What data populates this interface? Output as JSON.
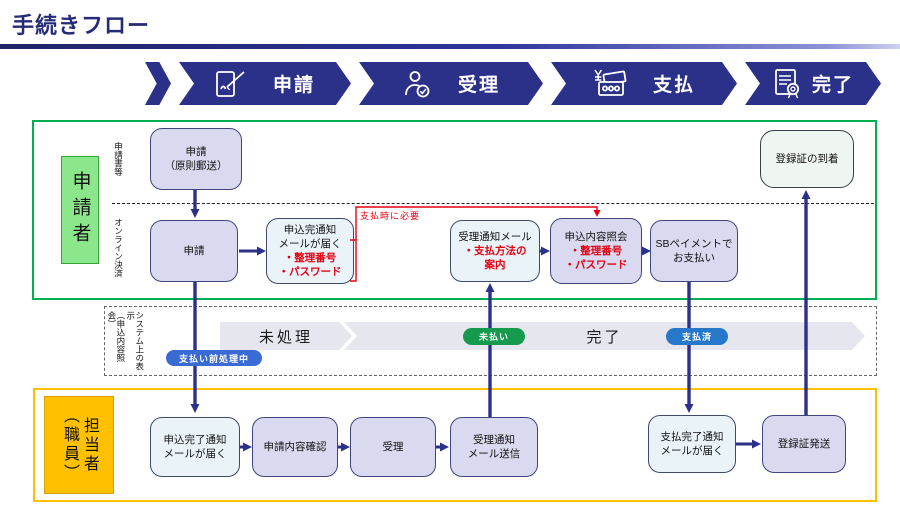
{
  "page": {
    "title": "手続きフロー"
  },
  "banner": {
    "stages": [
      {
        "label": "申請",
        "icon": "document-pen-icon"
      },
      {
        "label": "受理",
        "icon": "person-check-icon"
      },
      {
        "label": "支払",
        "icon": "money-note-icon"
      },
      {
        "label": "完了",
        "icon": "certificate-ribbon-icon"
      }
    ]
  },
  "applicant": {
    "role": "申請者",
    "row_labels": {
      "paper": "申請書等",
      "online": "オンライン決済"
    },
    "paper_row": {
      "apply": {
        "line1": "申請",
        "line2": "（原則郵送）"
      },
      "certificate": {
        "line1": "登録証の到着"
      }
    },
    "online_row": {
      "apply": {
        "line1": "申請"
      },
      "notify": {
        "line1": "申込完通知",
        "line2": "メールが届く",
        "red1": "・整理番号",
        "red2": "・パスワード"
      },
      "accept_mail": {
        "line1": "受理通知メール",
        "red1": "・支払方法の",
        "red2": "案内"
      },
      "inquiry": {
        "line1": "申込内容照会",
        "red1": "・整理番号",
        "red2": "・パスワード"
      },
      "sb_payment": {
        "line1": "SBペイメントで",
        "line2": "お支払い"
      },
      "annotation": "支払時に必要"
    }
  },
  "system_band": {
    "label_main": "システム上の表示",
    "label_sub": "（申込内容照会）",
    "states": {
      "pending": "未処理",
      "done": "完了"
    },
    "badges": {
      "preprocessing": "支払い前処理中",
      "unpaid": "未払い",
      "paid": "支払済"
    }
  },
  "staff": {
    "role_main": "担当者",
    "role_sub": "（職員）",
    "boxes": {
      "b1": {
        "line1": "申込完了通知",
        "line2": "メールが届く"
      },
      "b2": {
        "line1": "申請内容確認"
      },
      "b3": {
        "line1": "受理"
      },
      "b4": {
        "line1": "受理通知",
        "line2": "メール送信"
      },
      "b5": {
        "line1": "支払完了通知",
        "line2": "メールが届く"
      },
      "b6": {
        "line1": "登録証発送"
      }
    }
  },
  "colors": {
    "navy": "#2b3189",
    "applicant_green_border": "#00b050",
    "applicant_green_fill": "#8ce78c",
    "staff_orange": "#ffc000",
    "red_accent": "#e60012",
    "box_lavender": "#d9d9ef",
    "box_light_blue": "#eaf3f8",
    "badge_preprocessing_blue": "#3a6ad4",
    "badge_unpaid_green": "#169a4e",
    "badge_paid_blue": "#2778c8",
    "band_gray": "#e6e6ee"
  }
}
